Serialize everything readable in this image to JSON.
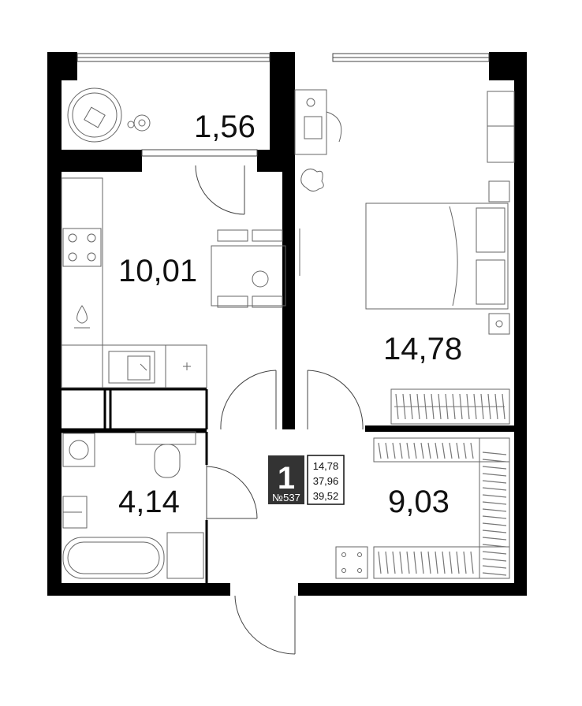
{
  "rooms": {
    "balcony": {
      "area": "1,56"
    },
    "kitchen": {
      "area": "10,01"
    },
    "bedroom": {
      "area": "14,78"
    },
    "bathroom": {
      "area": "4,14"
    },
    "wardrobe": {
      "area": "9,03"
    }
  },
  "badge": {
    "rooms_count": "1",
    "apartment_no": "№537",
    "living_area": "14,78",
    "total_area": "37,96",
    "total_area_with_balcony": "39,52"
  },
  "colors": {
    "wall": "#000000",
    "badge": "#333333",
    "line": "#555555"
  },
  "icons": [
    "armchair-icon",
    "stove-icon",
    "sink-icon",
    "toilet-icon",
    "bathtub-icon",
    "washing-machine-icon",
    "bed-icon",
    "plant-icon",
    "desk-icon",
    "water-drop-icon"
  ]
}
